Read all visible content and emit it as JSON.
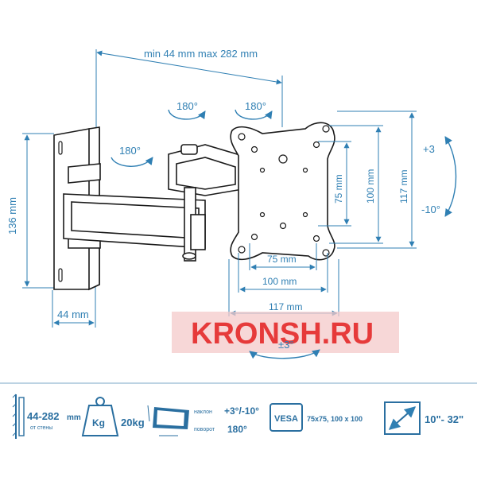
{
  "diagram": {
    "arm_range": "min 44 mm max 282 mm",
    "rot_left": "180°",
    "rot_top_left": "180°",
    "rot_top_right": "180°",
    "wall_height": "136 mm",
    "wall_depth": "44 mm",
    "vesa_h75": "75 mm",
    "vesa_h100": "100 mm",
    "vesa_h117": "117 mm",
    "vesa_v75": "75 mm",
    "vesa_v100": "100 mm",
    "vesa_v117": "117 mm",
    "tilt_up": "+3",
    "tilt_down": "-10°",
    "rotate_pm": "±3°",
    "watermark": "KRONSH.RU"
  },
  "specs": {
    "depth_value": "44-282",
    "depth_unit": "mm",
    "depth_sub": "от стены",
    "weight_icon": "Kg",
    "weight_value": "20kg",
    "tilt_label": "наклон",
    "tilt_value": "+3°/-10°",
    "swivel_label": "поворот",
    "swivel_value": "180°",
    "vesa_badge": "VESA",
    "vesa_value": "75x75, 100 x 100",
    "size_value": "10\"- 32\""
  },
  "colors": {
    "accent": "#2f7fb3",
    "watermark": "#e63a3a",
    "outline": "#1a1a1a"
  }
}
